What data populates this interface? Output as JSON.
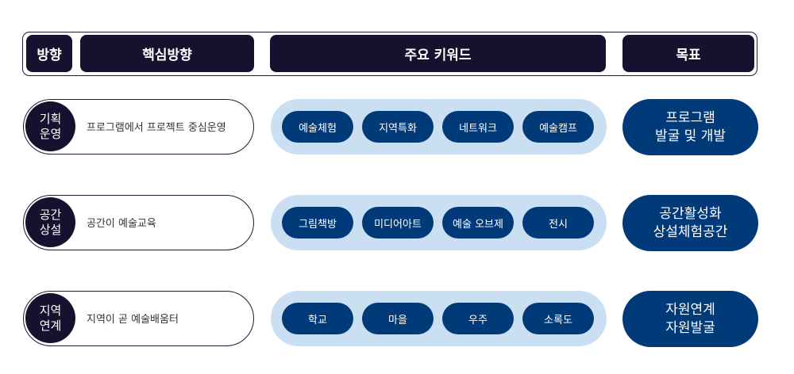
{
  "header": {
    "col1": "방향",
    "col2": "핵심방향",
    "col3": "주요 키워드",
    "col4": "목표"
  },
  "rows": [
    {
      "circle_line1": "기획",
      "circle_line2": "운영",
      "description": "프로그램에서 프로젝트 중심운영",
      "keywords": [
        "예술체험",
        "지역특화",
        "네트워크",
        "예술캠프"
      ],
      "goal_line1": "프로그램",
      "goal_line2": "발굴 및 개발"
    },
    {
      "circle_line1": "공간",
      "circle_line2": "상설",
      "description": "공간이 예술교육",
      "keywords": [
        "그림책방",
        "미디어아트",
        "예술 오브제",
        "전시"
      ],
      "goal_line1": "공간활성화",
      "goal_line2": "상설체험공간"
    },
    {
      "circle_line1": "지역",
      "circle_line2": "연계",
      "description": "지역이 곧 예술배움터",
      "keywords": [
        "학교",
        "마을",
        "우주",
        "소록도"
      ],
      "goal_line1": "자원연계",
      "goal_line2": "자원발굴"
    }
  ],
  "colors": {
    "dark_navy": "#15122f",
    "keyword_blue": "#013a78",
    "band_light_blue": "#cbdff2"
  }
}
